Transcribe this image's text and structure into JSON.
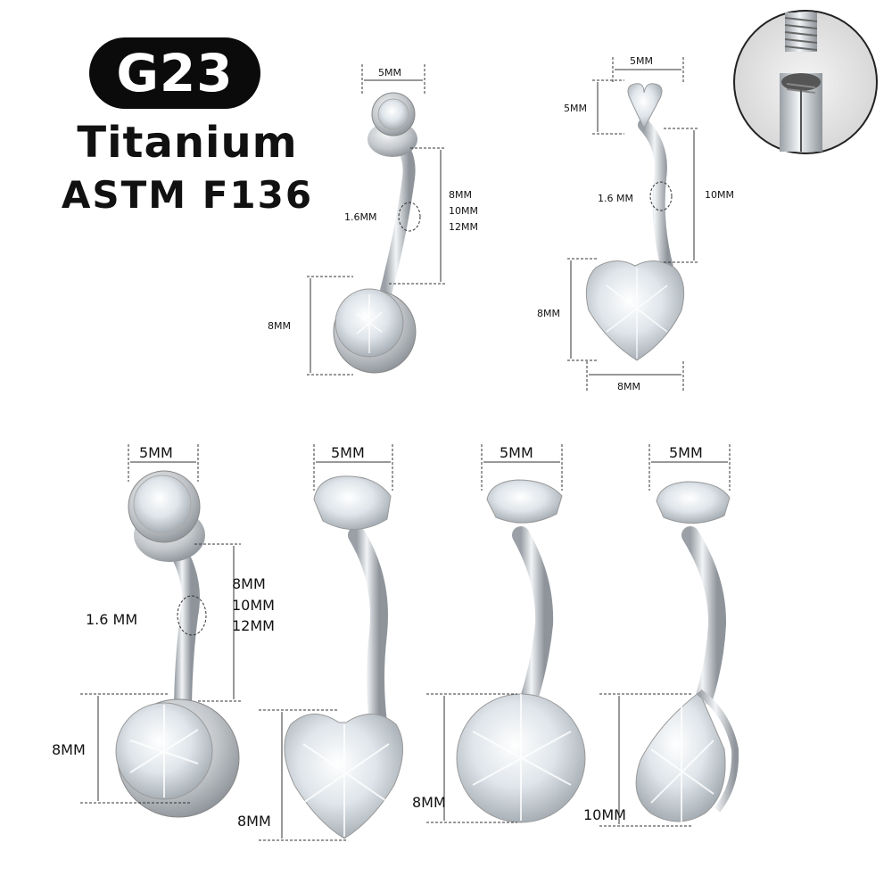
{
  "header": {
    "badge": "G23",
    "material": "Titanium",
    "standard": "ASTM  F136"
  },
  "item1": {
    "top_width": "5MM",
    "gauge": "1.6MM",
    "len_a": "8MM",
    "len_b": "10MM",
    "len_c": "12MM",
    "ball": "8MM"
  },
  "item2": {
    "top_width": "5MM",
    "top_height": "5MM",
    "gauge": "1.6 MM",
    "len": "10MM",
    "heart_h": "8MM",
    "heart_w": "8MM"
  },
  "item3": {
    "top_width": "5MM",
    "gauge": "1.6 MM",
    "len_a": "8MM",
    "len_b": "10MM",
    "len_c": "12MM",
    "ball": "8MM"
  },
  "item4": {
    "top_width": "5MM",
    "gem": "8MM"
  },
  "item5": {
    "top_width": "5MM",
    "gem": "8MM"
  },
  "item6": {
    "top_width": "5MM",
    "gem": "10MM"
  },
  "colors": {
    "badge_bg": "#0b0b0b",
    "metal": "#c9ccd0",
    "gem": "#e9eef2"
  }
}
